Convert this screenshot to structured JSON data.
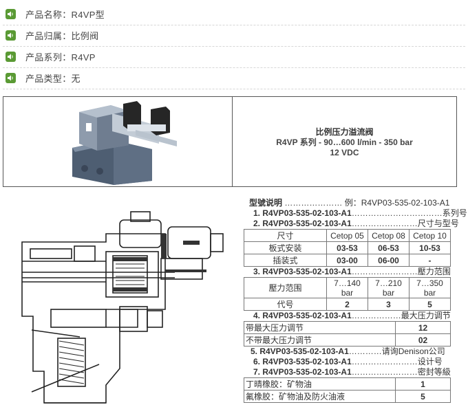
{
  "product_info": [
    {
      "icon": "speaker-icon",
      "text": "产品名称：R4VP型"
    },
    {
      "icon": "speaker-icon",
      "text": "产品归属：比例阀"
    },
    {
      "icon": "speaker-icon",
      "text": "产品系列：R4VP"
    },
    {
      "icon": "speaker-icon",
      "text": "产品类型：无"
    }
  ],
  "product_box": {
    "title": "比例压力溢流阀",
    "spec": "R4VP 系列  -  90…600 l/min  -  350 bar",
    "voltage": "12 VDC"
  },
  "model_code": {
    "header_label": "型號说明",
    "header_dots": " ………………… ",
    "header_example": "例：R4VP03-535-02-103-A1",
    "line1": {
      "code": "1. R4VP03-535-02-103-A1",
      "dots": "……………………………",
      "note": "系列号"
    },
    "line2": {
      "code": "2. R4VP03-535-02-103-A1",
      "dots": "……………………",
      "note": "尺寸与型号"
    },
    "size_table": {
      "header": [
        "尺寸",
        "Cetop 05",
        "Cetop 08",
        "Cetop 10"
      ],
      "rows": [
        [
          "板式安装",
          "03-53",
          "06-53",
          "10-53"
        ],
        [
          "插装式",
          "03-00",
          "06-00",
          "-"
        ]
      ]
    },
    "line3": {
      "code": "3. R4VP03-535-02-103-A1",
      "dots": "……………………",
      "note": "壓力范围"
    },
    "pressure_table": {
      "label": "壓力范围",
      "ranges": [
        "7…140\nbar",
        "7…210\nbar",
        "7…350\nbar"
      ],
      "code_label": "代号",
      "codes": [
        "2",
        "3",
        "5"
      ]
    },
    "line4": {
      "code": "4. R4VP03-535-02-103-A1",
      "dots": "………………",
      "note": "最大压力调节"
    },
    "max_table": [
      [
        "带最大压力调节",
        "12"
      ],
      [
        "不带最大压力调节",
        "02"
      ]
    ],
    "line5": {
      "code": "5. R4VP03-535-02-103-A1",
      "dots": "…………",
      "note": "请询Denison公司"
    },
    "line6": {
      "code": "6. R4VP03-535-02-103-A1",
      "dots": "……………………",
      "note": "设计号"
    },
    "line7": {
      "code": "7. R4VP03-535-02-103-A1",
      "dots": "……………………",
      "note": "密封等級"
    },
    "seal_table": [
      [
        "丁晴橡胶：矿物油",
        "1"
      ],
      [
        "氟橡胶：矿物油及防火油液",
        "5"
      ]
    ]
  },
  "colors": {
    "speaker_icon": "#5a9a34",
    "border": "#555555",
    "text": "#333333"
  }
}
